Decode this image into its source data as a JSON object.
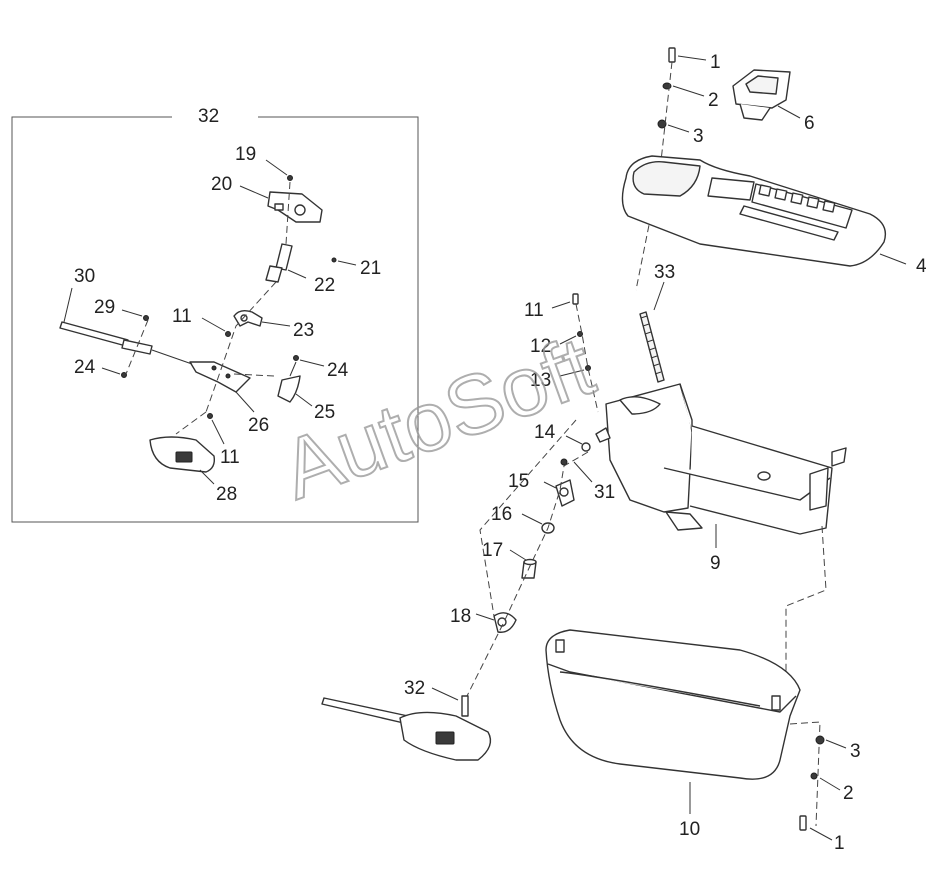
{
  "diagram": {
    "callouts": {
      "c1a": "1",
      "c2a": "2",
      "c3a": "3",
      "c6": "6",
      "c4": "4",
      "c32box": "32",
      "c19": "19",
      "c20": "20",
      "c21": "21",
      "c22": "22",
      "c30": "30",
      "c29": "29",
      "c11a": "11",
      "c23": "23",
      "c24a": "24",
      "c24b": "24",
      "c25": "25",
      "c26": "26",
      "c11b": "11",
      "c28": "28",
      "c33": "33",
      "c11c": "11",
      "c12": "12",
      "c13": "13",
      "c14": "14",
      "c31": "31",
      "c15": "15",
      "c16": "16",
      "c17": "17",
      "c18": "18",
      "c9": "9",
      "c32": "32",
      "c10": "10",
      "c3b": "3",
      "c2b": "2",
      "c1b": "1"
    }
  },
  "watermark": "AutoSoft"
}
